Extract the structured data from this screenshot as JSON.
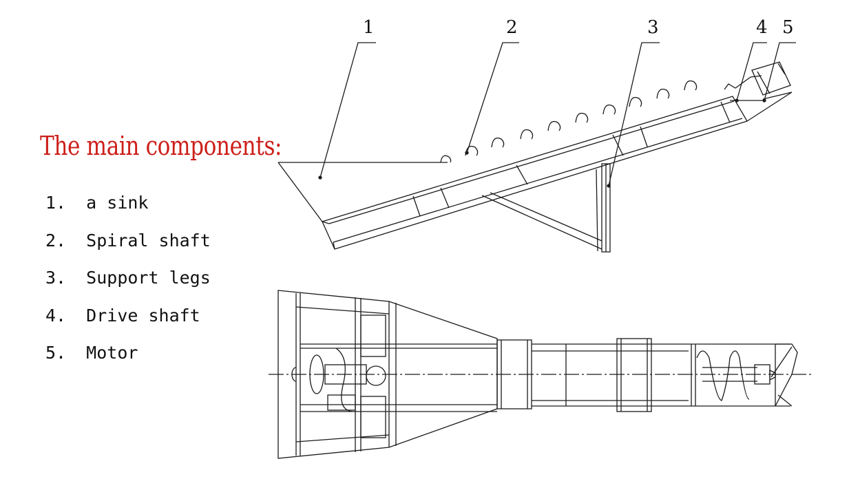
{
  "heading": "The main components:",
  "components": [
    {
      "num": "1.",
      "name": "a sink"
    },
    {
      "num": "2.",
      "name": "Spiral shaft"
    },
    {
      "num": "3.",
      "name": "Support legs"
    },
    {
      "num": "4.",
      "name": "Drive shaft"
    },
    {
      "num": "5.",
      "name": "Motor"
    }
  ],
  "callouts": [
    "1",
    "2",
    "3",
    "4",
    "5"
  ],
  "colors": {
    "heading": "#cc1f1a",
    "lines": "#1a1a1a"
  }
}
